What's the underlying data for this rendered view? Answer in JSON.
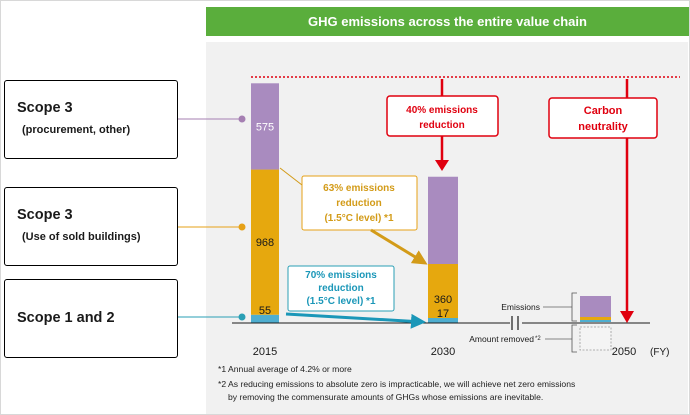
{
  "title": "GHG emissions across the entire value chain",
  "scopes": [
    {
      "title": "Scope 3",
      "sub": "(procurement, other)",
      "color": "#a57fb2"
    },
    {
      "title": "Scope 3",
      "sub": "(Use of sold buildings)",
      "color": "#e6a117"
    },
    {
      "title": "Scope 1 and 2",
      "sub": "",
      "color": "#2a9fb5"
    }
  ],
  "colors": {
    "procurement": "#a98bbf",
    "buildings": "#e6a80e",
    "scope12": "#4eaed0",
    "red": "#e0000f",
    "gold_arrow": "#d39b18",
    "blue_arrow": "#1b97b8"
  },
  "chart_data": {
    "type": "bar",
    "stacked": true,
    "categories": [
      "2015",
      "2030"
    ],
    "series": [
      {
        "name": "Scope 1 and 2",
        "values": [
          55,
          17
        ]
      },
      {
        "name": "Scope 3 (Use of sold buildings)",
        "values": [
          968,
          360
        ]
      },
      {
        "name": "Scope 3 (procurement, other)",
        "values": [
          575,
          null
        ]
      }
    ],
    "x_axis_end_label": "2050",
    "x_unit": "(FY)",
    "annotations": [
      {
        "text_lines": [
          "40% emissions",
          "reduction"
        ]
      },
      {
        "text_lines": [
          "Carbon",
          "neutrality"
        ]
      },
      {
        "text_lines": [
          "63% emissions",
          "reduction",
          "(1.5°C level) *1"
        ]
      },
      {
        "text_lines": [
          "70% emissions",
          "reduction",
          "(1.5°C level) *1"
        ]
      }
    ],
    "legend": {
      "emissions": "Emissions",
      "removed": "Amount removed",
      "removed_note": "*2"
    }
  },
  "footnotes": [
    "*1 Annual average of 4.2% or more",
    "*2 As reducing emissions to absolute zero is impracticable, we will achieve net zero emissions",
    "by removing the commensurate amounts of GHGs whose emissions are inevitable."
  ]
}
